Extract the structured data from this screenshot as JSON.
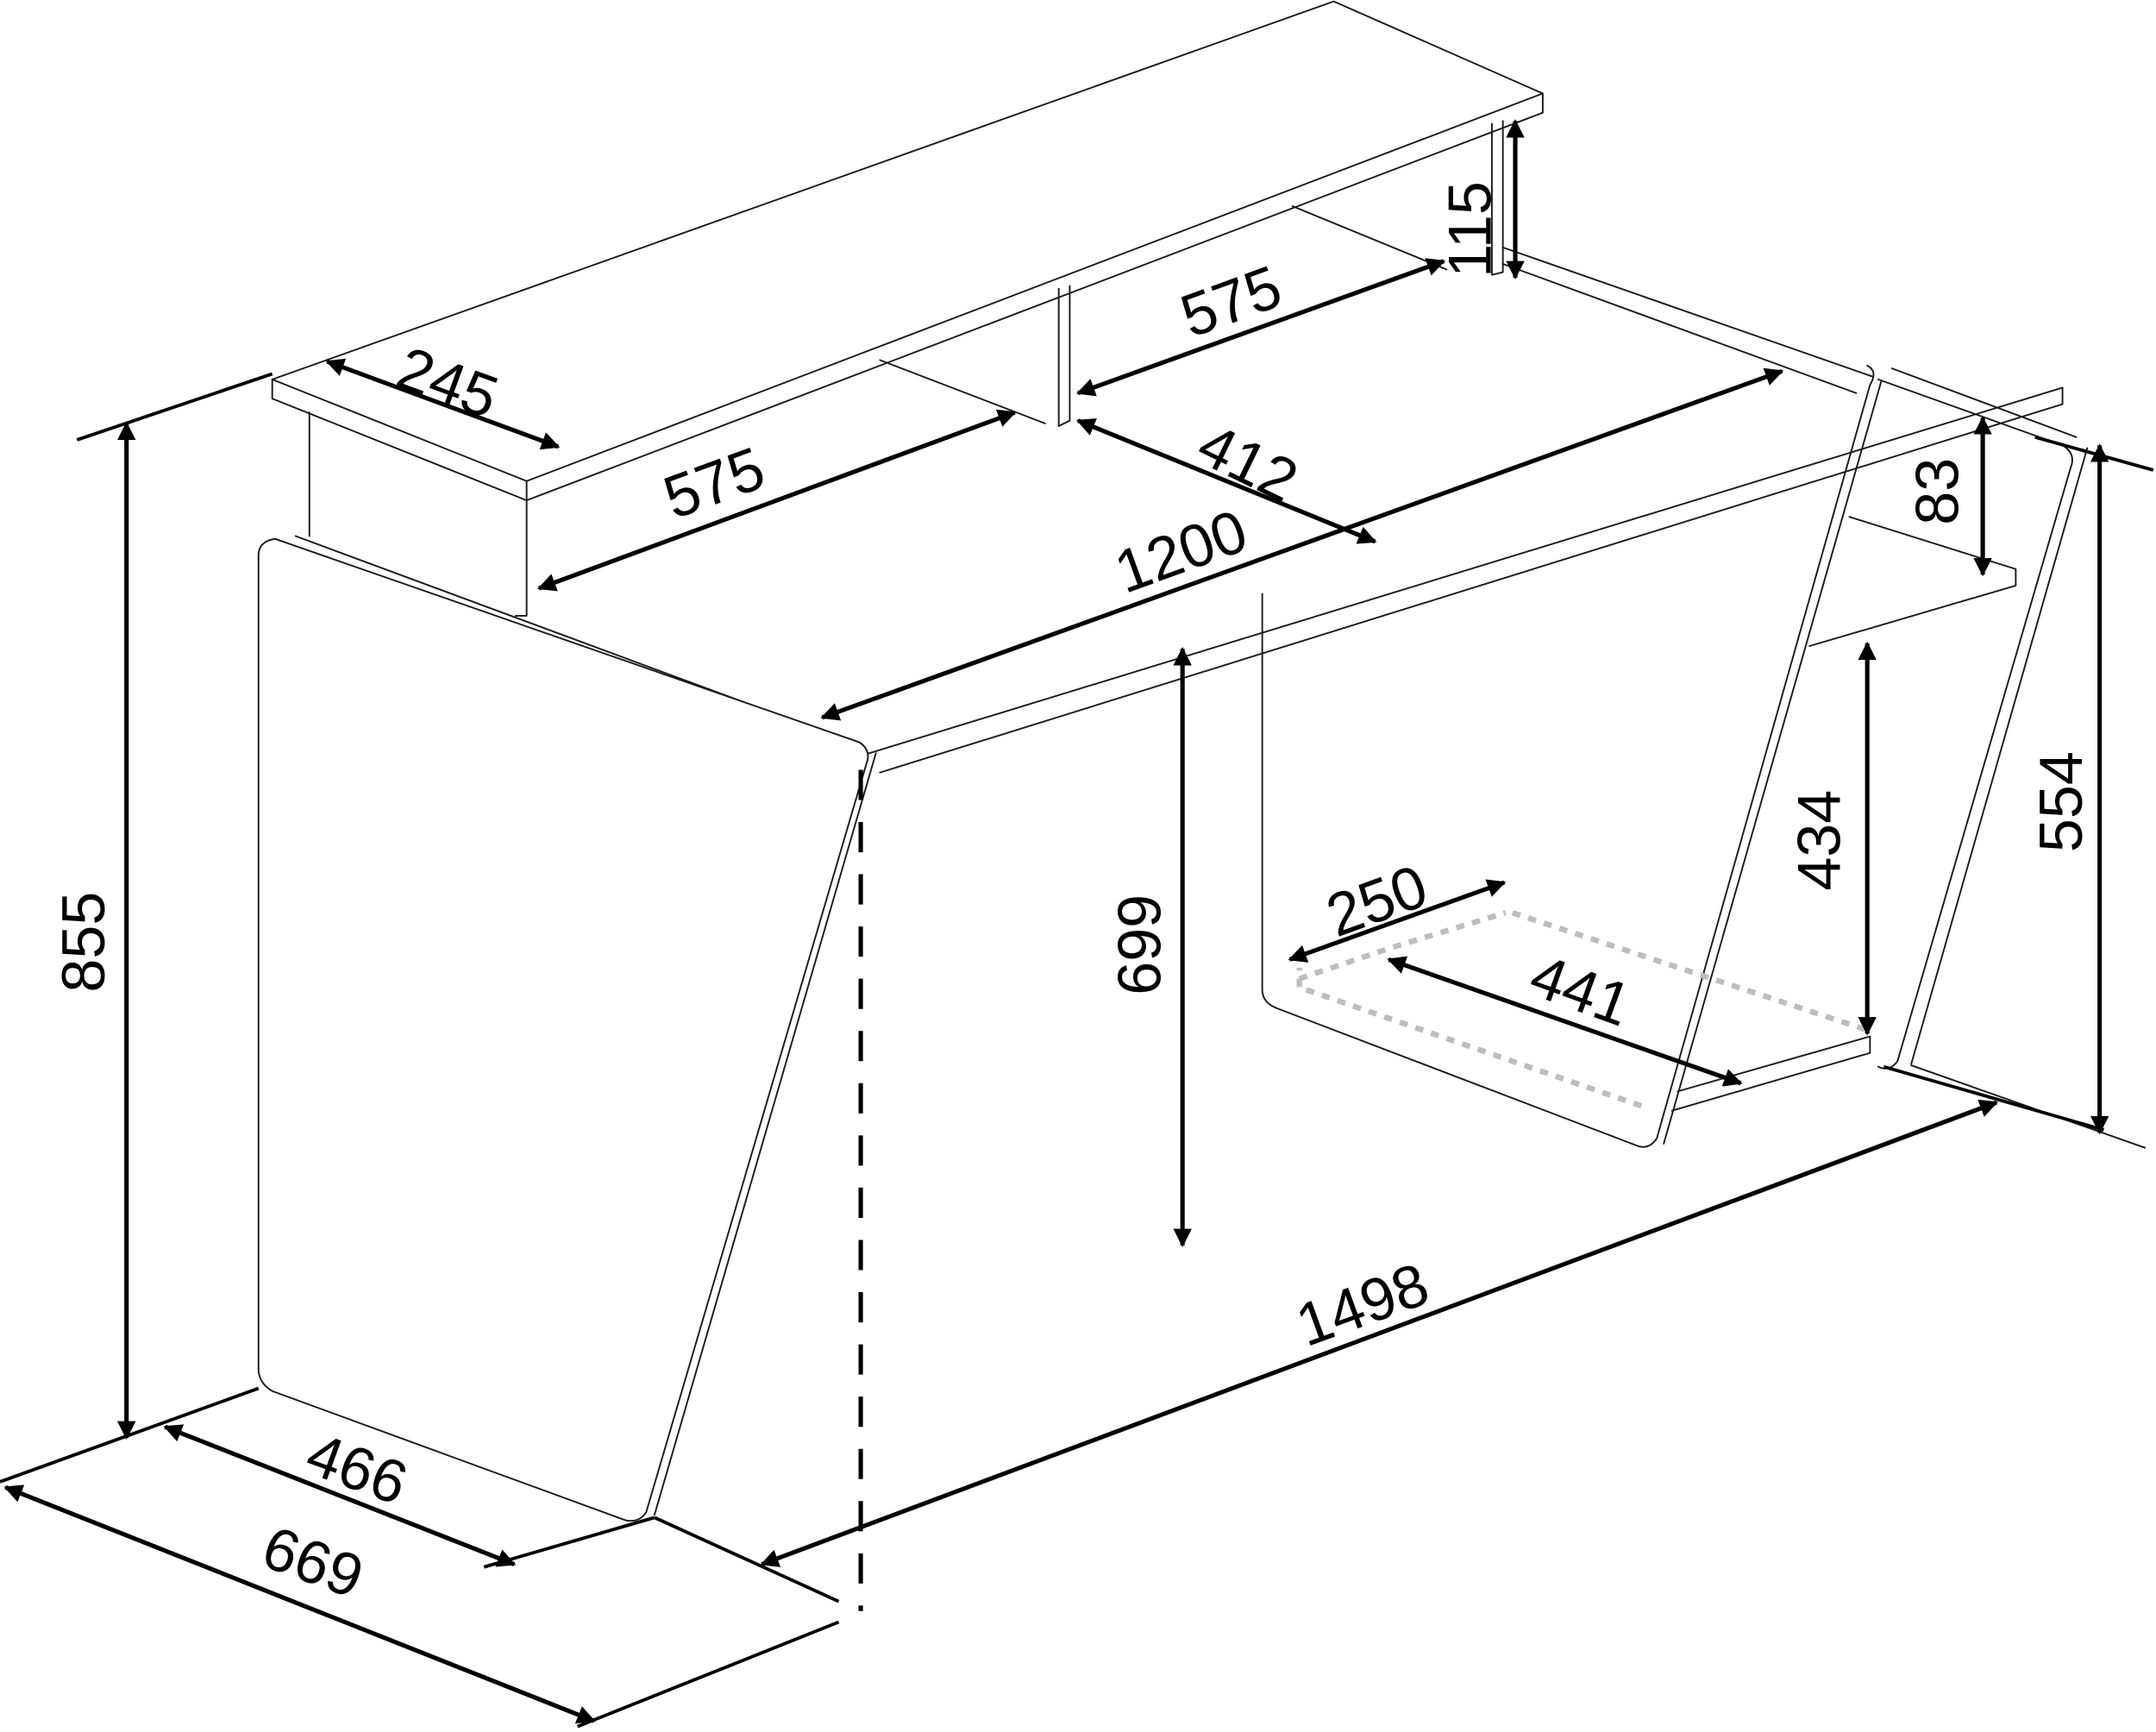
{
  "drawing": {
    "subject": "desk",
    "units": "mm",
    "colors": {
      "line": "#1a1a1a",
      "dimension": "#000000",
      "hidden_line": "#bdbdbd",
      "background": "#ffffff"
    },
    "dimensions": {
      "top_shelf_depth": "245",
      "top_shelf_opening_left": "575",
      "top_shelf_opening_right": "575",
      "top_shelf_riser_height": "115",
      "desk_top_depth": "412",
      "desk_top_width": "1200",
      "right_shelf_gap": "83",
      "overall_height": "855",
      "knee_height": "699",
      "lower_shelf_height": "434",
      "right_side_height": "554",
      "keyboard_tray_depth": "250",
      "keyboard_tray_width": "441",
      "overall_width": "1498",
      "side_panel_depth": "466",
      "overall_depth": "669"
    }
  }
}
